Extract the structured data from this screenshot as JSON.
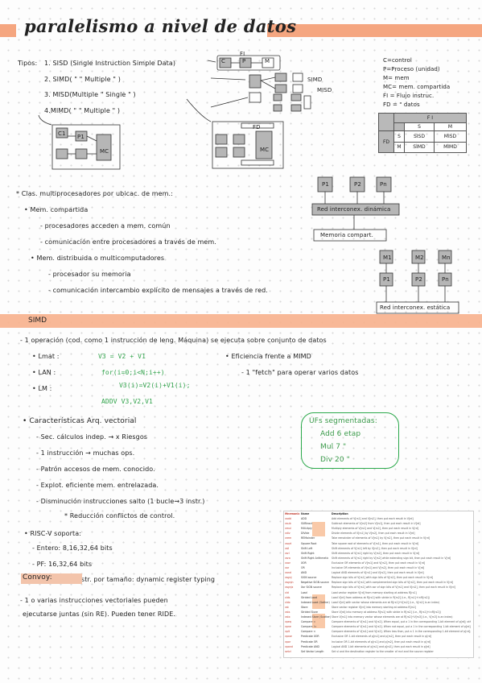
{
  "title": "paralelismo a nivel de datos",
  "tipos": {
    "label": "Tipos:",
    "items": [
      "1. SISD (Single Instruction Simple Data)",
      "2. SIMD(   \"        \"       Multiple  \" )",
      "3. MISD(Multiple   \"      Single     \" )",
      "4.MIMD(  \"        \"       Multiple  \" )"
    ]
  },
  "legend": [
    "C=control",
    "P=Proceso (unidad)",
    "M= mem",
    "MC= mem. compartida",
    "FI = Flujo instruc.",
    "FD =     \"     datos"
  ],
  "flynn_table": {
    "fi": "F I",
    "fd": "FD",
    "s": "S",
    "m": "M",
    "sisd": "SISD",
    "misd": "MISD",
    "simd": "SIMD",
    "mimd": "MIMD"
  },
  "diagram_labels": {
    "c": "C",
    "p": "P",
    "m": "M",
    "fi": "FI",
    "mc": "MC",
    "fd": "FD",
    "c1": "C1",
    "p1": "P1",
    "simd": "SIMD",
    "misd": "MISD",
    "p1b": "P1",
    "p2": "P2",
    "pn": "Pn",
    "m1": "M1",
    "m2": "M2",
    "mn": "Mn",
    "red": "Red interconex. dinámica",
    "memcomp": "Memoria compart.",
    "red2": "Red interconex. estática"
  },
  "clas": {
    "heading": "* Clas. multiprocesadores por ubicac. de mem.:",
    "items": [
      "• Mem. compartida",
      "- procesadores acceden a mem. común",
      "- comunicación entre procesadores a través de mem.",
      "• Mem. distribuida o multicomputadores",
      "- procesador su memoria",
      "- comunicación intercambio explícito de mensajes a través de red."
    ]
  },
  "simd": {
    "title": "SIMD",
    "def": "- 1 operación (cod. como 1 instrucción de leng. Máquina) se ejecuta sobre conjunto de datos",
    "langs": [
      "• Lmat :",
      "• LAN :",
      "• LM :"
    ],
    "code": [
      "V3 = V2 + V1",
      "for(i=0;i<N;i++)",
      "V3(i)=V2(i)+V1(i);",
      "ADDV V3,V2,V1"
    ],
    "right": [
      "• Eficiencia frente a MIMD",
      "- 1 \"fetch\" para operar varios datos"
    ]
  },
  "caract": {
    "heading": "• Características Arq. vectorial",
    "items": [
      "- Sec. cálculos indep. → x Riesgos",
      "- 1 instrucción → muchas ops.",
      "- Patrón accesos de mem. conocido.",
      "- Explot. eficiente mem. entrelazada.",
      "- Disminución instrucciones salto (1 bucle→3 instr.)",
      "* Reducción conflictos de control."
    ]
  },
  "ufs": {
    "title": "UFs segmentadas:",
    "items": [
      "Add 6 etap",
      "Mul 7 \"",
      "Div 20 \""
    ]
  },
  "riscv": {
    "heading": "• RISC-V soporta:",
    "items": [
      "- Entero: 8,16,32,64 bits",
      "- PF: 16,32,64 bits"
    ],
    "note": "Para no repetir instr. por tamaño: dynamic register typing"
  },
  "convoy": {
    "title": "Convoy:",
    "text1": "- 1 o varias instrucciones vectoriales pueden",
    "text2": "ejecutarse juntas (sin RE). Pueden tener RIDE."
  },
  "shot": {
    "headers": [
      "Mnemonic",
      "Name",
      "Description"
    ],
    "rows": [
      [
        "vadd",
        "ADD",
        "Add elements of V[rs1] and V[rs2], then put each result in V[rd]"
      ],
      [
        "vsub",
        "SUBtract",
        "Subtract elements of V[rs2] from V[rs1], then put each result in V[rd]"
      ],
      [
        "vmul",
        "MULtiply",
        "Multiply elements of V[rs1] and V[rs2], then put each result in V[rd]"
      ],
      [
        "vdiv",
        "DIVide",
        "Divide elements of V[rs1] by V[rs2], then put each result in V[rd]"
      ],
      [
        "vrem",
        "REMainder",
        "Take remainder of elements of V[rs1] by V[rs2], then put each result in V[rd]"
      ],
      [
        "vsqrt",
        "Square Root",
        "Take square root of elements of V[rs1], then put each result in V[rd]"
      ],
      [
        "vsll",
        "Shift Left",
        "Shift elements of V[rs1] left by V[rs2], then put each result in V[rd]"
      ],
      [
        "vsrl",
        "Shift Right",
        "Shift elements of V[rs1] right by V[rs2], then put each result in V[rd]"
      ],
      [
        "vsra",
        "Shift Right Arithmetic",
        "Shift elements of V[rs1] right by V[rs2] while extending sign bit, then put each result in V[rd]"
      ],
      [
        "vxor",
        "XOR",
        "Exclusive OR elements of V[rs1] and V[rs2], then put each result in V[rd]"
      ],
      [
        "vor",
        "OR",
        "Inclusive OR elements of V[rs1] and V[rs2], then put each result in V[rd]"
      ],
      [
        "vand",
        "AND",
        "Logical AND elements of V[rs1] and V[rs2], then put each result in V[rd]"
      ],
      [
        "vsgnj",
        "SiGN source",
        "Replace sign bits of V[rs1] with sign bits of V[rs2], then put each result in V[rd]"
      ],
      [
        "vsgnjn",
        "Negative SiGN source",
        "Replace sign bits of V[rs1] with complemented sign bits of V[rs2], then put each result in V[rd]"
      ],
      [
        "vsgnjx",
        "Xor SiGN source",
        "Replace sign bits of V[rs1] with xor of sign bits of V[rs1] and V[rs2], then put each result in V[rd]"
      ],
      [
        "vld",
        "Load",
        "Load vector register V[rd] from memory starting at address R[rs1]"
      ],
      [
        "vlds",
        "Strided Load",
        "Load V[rd] from address at R[rs1] with stride in R[rs2] (i.e., R[rs1]+i×R[rs2])"
      ],
      [
        "vldx",
        "Indexed Load (Gather)",
        "Load V[rd] with vector whose elements are at R[rs1]+V[rs2] (i.e., V[rs2] is an index)"
      ],
      [
        "vst",
        "Store",
        "Store vector register V[rd] into memory starting at address R[rs1]"
      ],
      [
        "vsts",
        "Strided Store",
        "Store V[rd] into memory at address R[rs1] with stride in R[rs2] (i.e., R[rs1]+i×R[rs2])"
      ],
      [
        "vstx",
        "Indexed Store (Scatter)",
        "Store V[rs1] into memory vector whose elements are at R[rs2]+V[rs3] (i.e., V[rs3] is an index)"
      ],
      [
        "vpeq",
        "Compare =",
        "Compare elements of V[rs1] and V[rs2]. When equal, put a 1 in the corresponding 1-bit element of p[rd]; otherwise, put 0"
      ],
      [
        "vpne",
        "Compare !=",
        "Compare elements of V[rs1] and V[rs2]. When not equal, put a 1 in the corresponding 1-bit element of p[rd]; otherwise, put 0"
      ],
      [
        "vplt",
        "Compare <",
        "Compare elements of V[rs1] and V[rs2]. When less than, put a 1 in the corresponding 1-bit element of p[rd]; otherwise, put 0"
      ],
      [
        "vpxor",
        "Predicate XOR",
        "Exclusive OR 1-bit elements of p[rs1] and p[rs2], then put each result in p[rd]"
      ],
      [
        "vpor",
        "Predicate OR",
        "Inclusive OR 1-bit elements of p[rs1] and p[rs2], then put each result in p[rd]"
      ],
      [
        "vpand",
        "Predicate AND",
        "Logical AND 1-bit elements of p[rs1] and p[rs2], then put each result in p[rd]"
      ],
      [
        "setvl",
        "Set Vector Length",
        "Set vl and the destination register to the smaller of mvl and the source register"
      ]
    ]
  }
}
